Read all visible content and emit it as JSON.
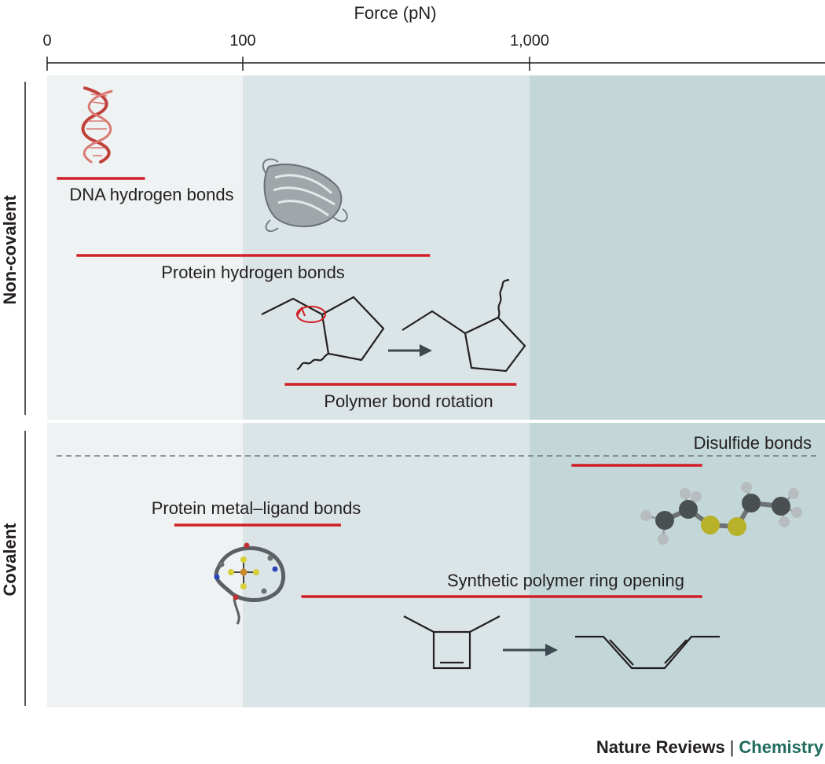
{
  "axis": {
    "title": "Force (pN)",
    "ticks": [
      {
        "value": 0,
        "label": "0"
      },
      {
        "value": 100,
        "label": "100"
      },
      {
        "value": 1000,
        "label": "1,000"
      }
    ]
  },
  "groups": {
    "noncovalent": "Non-covalent",
    "covalent": "Covalent"
  },
  "ranges": [
    {
      "id": "dna",
      "label": "DNA hydrogen bonds",
      "group": "noncovalent",
      "min": 5,
      "max": 50
    },
    {
      "id": "protein-h",
      "label": "Protein hydrogen bonds",
      "group": "noncovalent",
      "min": 15,
      "max": 450
    },
    {
      "id": "rotation",
      "label": "Polymer bond rotation",
      "group": "noncovalent",
      "min": 140,
      "max": 900
    },
    {
      "id": "disulfide",
      "label": "Disulfide bonds",
      "group": "covalent",
      "min": 1400,
      "max": 4000
    },
    {
      "id": "metal",
      "label": "Protein metal–ligand bonds",
      "group": "covalent",
      "min": 65,
      "max": 220
    },
    {
      "id": "ring",
      "label": "Synthetic polymer ring opening",
      "group": "covalent",
      "min": 160,
      "max": 4000
    }
  ],
  "colors": {
    "zone1": "#eef2f3",
    "zone2": "#dbe4e6",
    "zone3": "#c4d7d8",
    "range_bar": "#d01f26",
    "arrow": "#3c4a50",
    "dna": "#c0413a",
    "sulfur": "#b8b22a"
  },
  "credit": {
    "journal": "Nature Reviews",
    "separator": "|",
    "section": "Chemistry"
  }
}
